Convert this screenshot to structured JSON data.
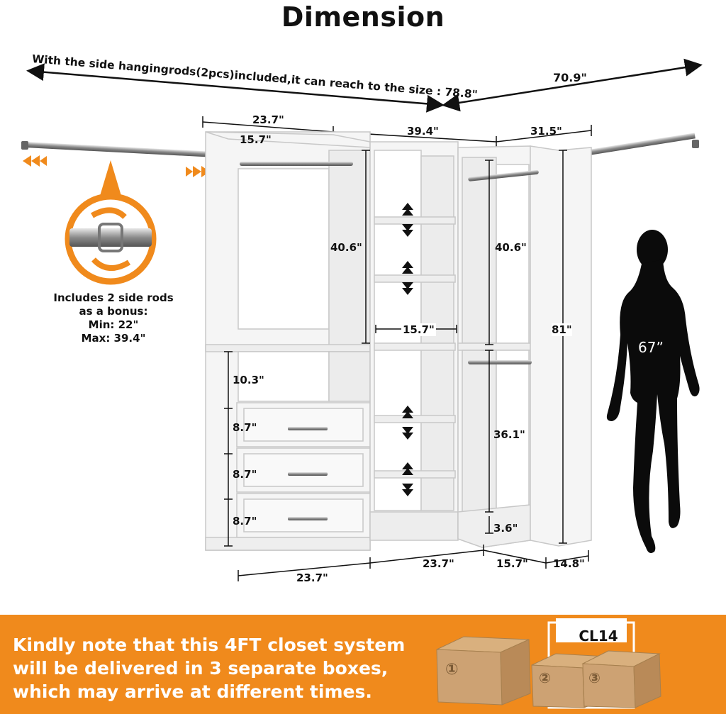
{
  "title": "Dimension",
  "top_note": "With the side hangingrods(2pcs)included,it can reach to the size : 78.8\"",
  "dimensions": {
    "overall_right": "70.9\"",
    "top_left_width": "23.7\"",
    "top_left_depth": "15.7\"",
    "top_middle_width": "39.4\"",
    "top_right_width": "31.5\"",
    "left_hang_height": "40.6\"",
    "right_hang_height": "40.6\"",
    "shelf_depth": "15.7\"",
    "total_height": "81\"",
    "cubby_height": "10.3\"",
    "drawer_1": "8.7\"",
    "drawer_2": "8.7\"",
    "drawer_3": "8.7\"",
    "lower_hang_height": "36.1\"",
    "base_height": "3.6\"",
    "bottom_left": "23.7\"",
    "bottom_middle": "23.7\"",
    "bottom_right_depth": "15.7\"",
    "bottom_right_width": "14.8\""
  },
  "bonus_note": {
    "line1": "Includes 2 side rods",
    "line2": "as a bonus:",
    "line3": "Min: 22\"",
    "line4": "Max: 39.4\""
  },
  "person_height": "67”",
  "banner": {
    "line1": "Kindly note that this 4FT closet system",
    "line2": "will be delivered in 3 separate boxes,",
    "line3": "which may arrive at different times.",
    "box_label": "CL14",
    "box1": "①",
    "box2": "②",
    "box3": "③"
  },
  "colors": {
    "accent": "#f08a1c",
    "cabinet": "#f4f4f4",
    "outline": "#c9c9c9"
  }
}
